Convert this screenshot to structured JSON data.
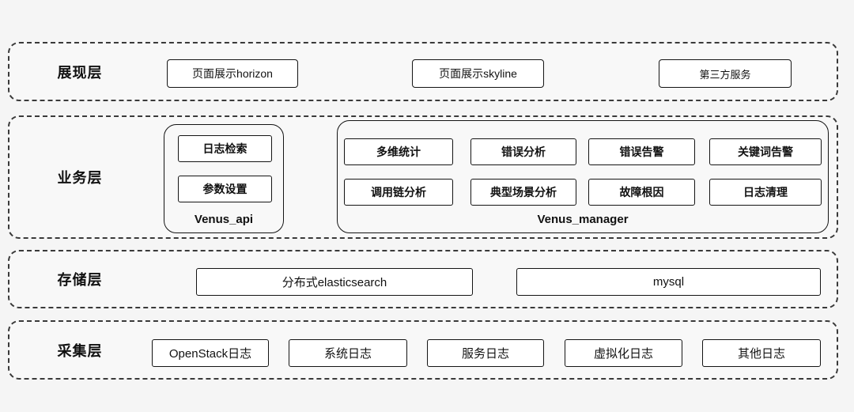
{
  "layers": [
    {
      "name": "展现层",
      "boxes": [
        "页面展示horizon",
        "页面展示skyline",
        "第三方服务"
      ]
    },
    {
      "name": "业务层",
      "venus_api": {
        "label": "Venus_api",
        "boxes": [
          "日志检索",
          "参数设置"
        ]
      },
      "venus_manager": {
        "label": "Venus_manager",
        "boxes": [
          "多维统计",
          "错误分析",
          "错误告警",
          "关键词告警",
          "调用链分析",
          "典型场景分析",
          "故障根因",
          "日志清理"
        ]
      }
    },
    {
      "name": "存储层",
      "boxes": [
        "分布式elasticsearch",
        "mysql"
      ]
    },
    {
      "name": "采集层",
      "boxes": [
        "OpenStack日志",
        "系统日志",
        "服务日志",
        "虚拟化日志",
        "其他日志"
      ]
    }
  ],
  "colors": {
    "background": "#f5f5f5",
    "box_border": "#141414",
    "box_fill": "#ffffff",
    "dashed_border": "#3a3a3a"
  }
}
